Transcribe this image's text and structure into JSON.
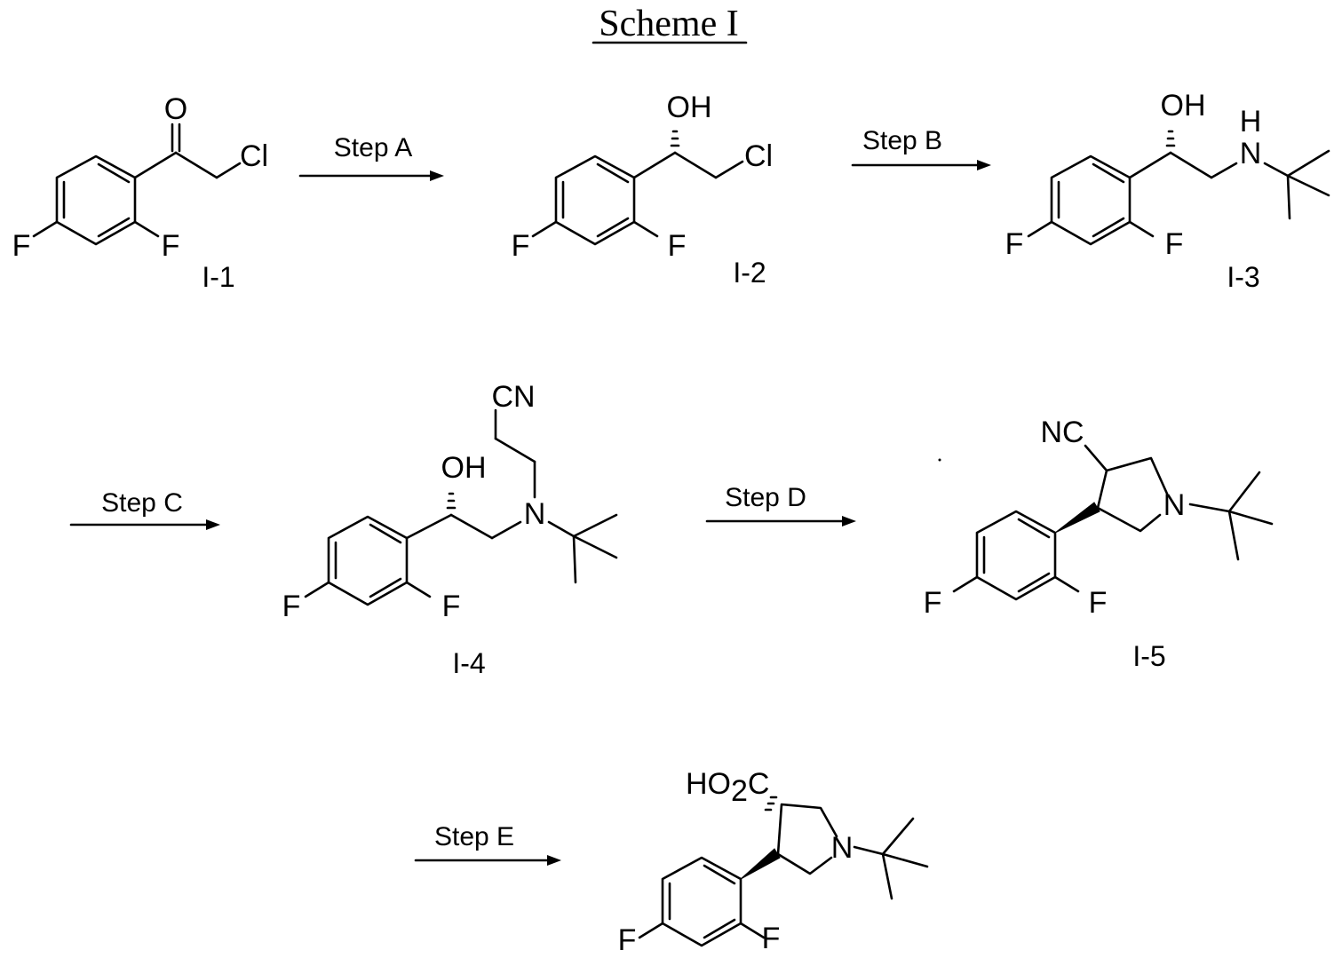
{
  "title": "Scheme I",
  "steps": [
    "Step A",
    "Step B",
    "Step C",
    "Step D",
    "Step E"
  ],
  "compounds": [
    {
      "id": "I-1",
      "groups": {
        "o": "O",
        "cl": "Cl",
        "f4": "F",
        "f2": "F"
      }
    },
    {
      "id": "I-2",
      "groups": {
        "oh": "OH",
        "cl": "Cl",
        "f4": "F",
        "f2": "F"
      }
    },
    {
      "id": "I-3",
      "groups": {
        "oh": "OH",
        "nh_h": "H",
        "nh_n": "N",
        "f4": "F",
        "f2": "F"
      }
    },
    {
      "id": "I-4",
      "groups": {
        "oh": "OH",
        "cn": "CN",
        "n": "N",
        "f4": "F",
        "f2": "F"
      }
    },
    {
      "id": "I-5",
      "groups": {
        "nc": "NC",
        "n": "N",
        "f4": "F",
        "f2": "F"
      }
    },
    {
      "id": "",
      "groups": {
        "acid_ho": "HO",
        "acid_sub": "2",
        "acid_c": "C",
        "n": "N",
        "f4": "F",
        "f2": "F"
      }
    }
  ]
}
